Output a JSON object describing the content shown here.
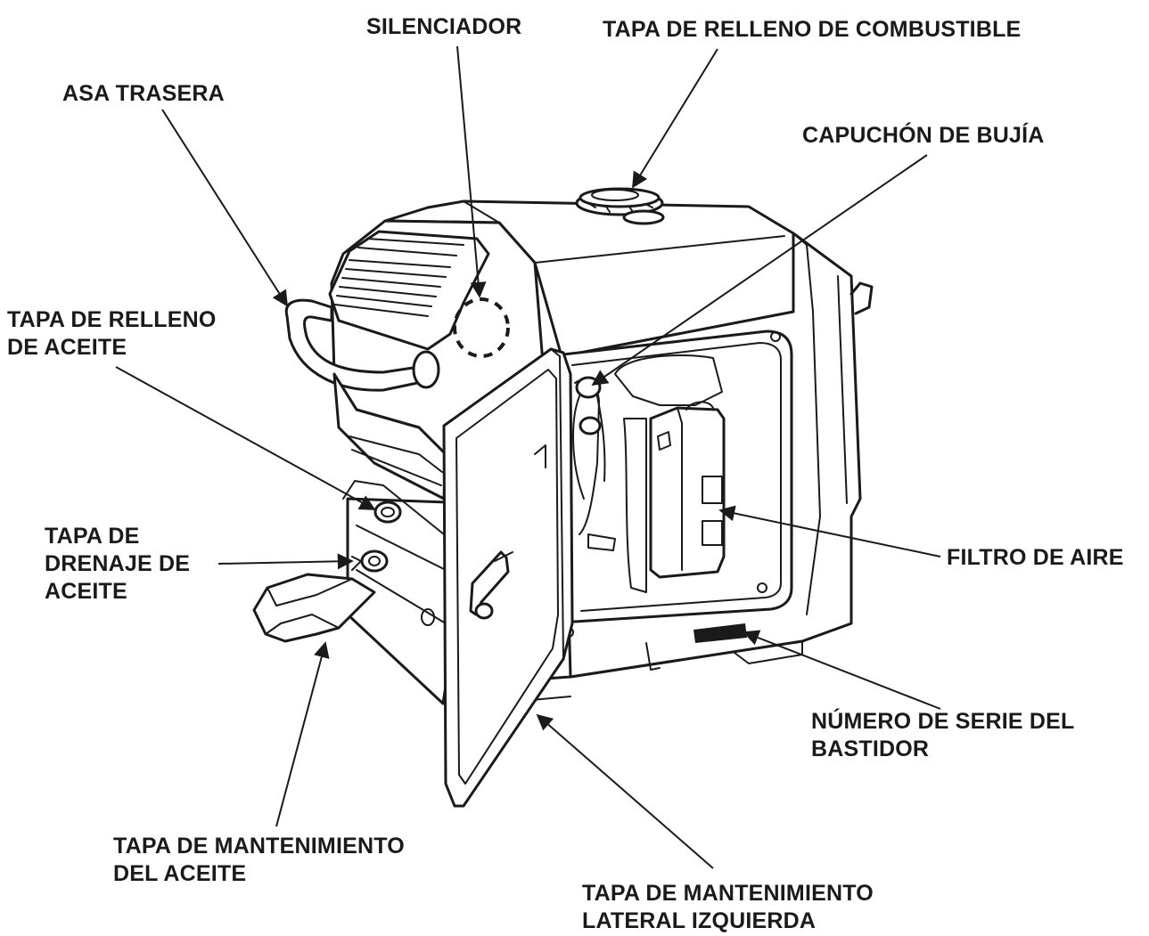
{
  "colors": {
    "ink": "#1a1a1a",
    "background": "#ffffff"
  },
  "labels": {
    "silenciador": "SILENCIADOR",
    "tapa_combustible": "TAPA DE RELLENO DE COMBUSTIBLE",
    "asa_trasera": "ASA TRASERA",
    "capuchon_bujia": "CAPUCHÓN DE BUJÍA",
    "tapa_aceite_l1": "TAPA DE RELLENO",
    "tapa_aceite_l2": "DE ACEITE",
    "drenaje_l1": "TAPA DE",
    "drenaje_l2": "DRENAJE DE",
    "drenaje_l3": "ACEITE",
    "filtro_aire": "FILTRO DE AIRE",
    "numero_serie_l1": "NÚMERO DE SERIE DEL",
    "numero_serie_l2": "BASTIDOR",
    "mant_aceite_l1": "TAPA DE MANTENIMIENTO",
    "mant_aceite_l2": "DEL ACEITE",
    "mant_lateral_l1": "TAPA DE MANTENIMIENTO",
    "mant_lateral_l2": "LATERAL IZQUIERDA"
  }
}
